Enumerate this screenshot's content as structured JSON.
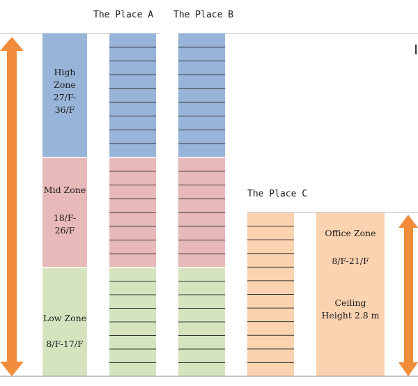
{
  "buildings": [
    {
      "name": "The Place A"
    },
    {
      "name": "The Place B"
    },
    {
      "name": "The Place C"
    }
  ],
  "zones": {
    "high": {
      "title": [
        "High",
        "Zone"
      ],
      "floors": [
        "27/F-",
        "36/F"
      ]
    },
    "mid": {
      "title": [
        "Mid Zone"
      ],
      "floors": [
        "18/F-",
        "26/F"
      ]
    },
    "low": {
      "title": [
        "Low Zone"
      ],
      "floors": [
        "8/F-17/F"
      ]
    },
    "office": {
      "title": [
        "Office Zone"
      ],
      "floors": [
        "8/F-21/F"
      ],
      "note": [
        "Ceiling",
        "Height 2.8 m"
      ]
    }
  },
  "colors": {
    "high": "#98b4d8",
    "mid": "#e8b9b9",
    "low": "#d5e3bf",
    "office": "#fbd3b0",
    "arrow": "#f08c3a",
    "grid_line": "#333333"
  }
}
